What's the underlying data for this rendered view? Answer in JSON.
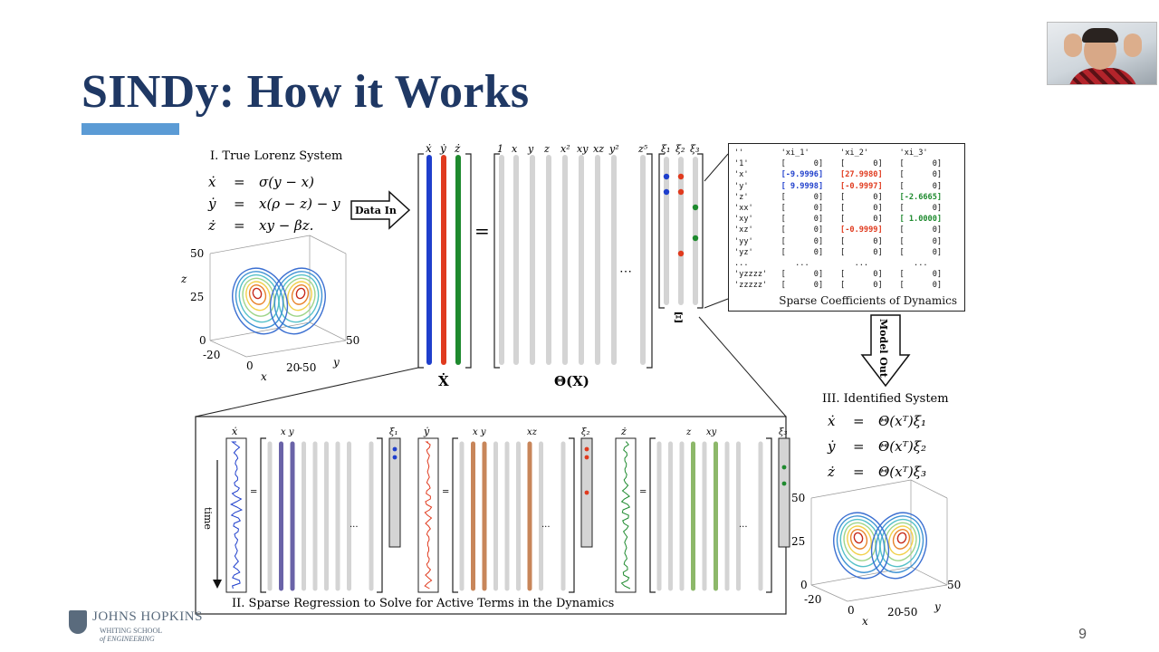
{
  "slide": {
    "title": "SINDy: How it Works",
    "page_number": "9",
    "accent_color": "#1f3864",
    "bar_color": "#5b9bd5"
  },
  "logo": {
    "line1": "JOHNS HOPKINS",
    "line2": "WHITING SCHOOL",
    "line3": "of ENGINEERING"
  },
  "section1": {
    "title": "I.  True Lorenz System",
    "eq_lhs": [
      "ẋ",
      "ẏ",
      "ż"
    ],
    "eq_eq": "=",
    "eq_rhs": [
      "σ(y − x)",
      "x(ρ − z) − y",
      "xy − βz."
    ],
    "plot_axes": {
      "z_label": "z",
      "x_label": "x",
      "y_label": "y",
      "z_ticks": [
        "50",
        "25",
        "0"
      ],
      "x_ticks": [
        "-20",
        "0",
        "20"
      ],
      "y_ticks": [
        "-50",
        "50"
      ]
    }
  },
  "data_in_label": "Data In",
  "xdot": {
    "headers": [
      "ẋ",
      "ẏ",
      "ż"
    ],
    "label": "Ẋ",
    "colors": [
      "#1f3fcc",
      "#e03a1e",
      "#1e8a2e"
    ]
  },
  "equals": "=",
  "theta": {
    "headers": [
      "1",
      "x",
      "y",
      "z",
      "x²",
      "xy",
      "xz",
      "y²",
      "z⁵"
    ],
    "dots": "⋯",
    "label": "Θ(X)"
  },
  "xi": {
    "headers": [
      "ξ₁",
      "ξ₂",
      "ξ₃"
    ],
    "label": "Ξ"
  },
  "coef_table": {
    "columns": [
      "''",
      "'xi_1'",
      "'xi_2'",
      "'xi_3'"
    ],
    "rows": [
      [
        "'1'",
        "[      0]",
        "[      0]",
        "[      0]"
      ],
      [
        "'x'",
        "[-9.9996]",
        "[27.9980]",
        "[      0]"
      ],
      [
        "'y'",
        "[ 9.9998]",
        "[-0.9997]",
        "[      0]"
      ],
      [
        "'z'",
        "[      0]",
        "[      0]",
        "[-2.6665]"
      ],
      [
        "'xx'",
        "[      0]",
        "[      0]",
        "[      0]"
      ],
      [
        "'xy'",
        "[      0]",
        "[      0]",
        "[ 1.0000]"
      ],
      [
        "'xz'",
        "[      0]",
        "[-0.9999]",
        "[      0]"
      ],
      [
        "'yy'",
        "[      0]",
        "[      0]",
        "[      0]"
      ],
      [
        "'yz'",
        "[      0]",
        "[      0]",
        "[      0]"
      ],
      [
        "...",
        "   ...",
        "   ...",
        "   ..."
      ],
      [
        "'yzzzz'",
        "[      0]",
        "[      0]",
        "[      0]"
      ],
      [
        "'zzzzz'",
        "[      0]",
        "[      0]",
        "[      0]"
      ]
    ],
    "caption": "Sparse Coefficients of Dynamics"
  },
  "model_out_label": "Model Out",
  "section3": {
    "title": "III.  Identified System",
    "eq_lhs": [
      "ẋ",
      "ẏ",
      "ż"
    ],
    "eq_eq": "=",
    "eq_rhs": [
      "Θ(xᵀ)ξ₁",
      "Θ(xᵀ)ξ₂",
      "Θ(xᵀ)ξ₃"
    ],
    "plot_axes": {
      "z_label": "z",
      "x_label": "x",
      "y_label": "y",
      "z_ticks": [
        "50",
        "25",
        "0"
      ],
      "x_ticks": [
        "-20",
        "0",
        "20"
      ],
      "y_ticks": [
        "-50",
        "50"
      ]
    }
  },
  "section2": {
    "title": "II.  Sparse Regression to Solve for Active Terms in the Dynamics",
    "time_label": "time",
    "panels": [
      {
        "lhs": "ẋ",
        "header_a": "x  y",
        "header_b": "",
        "xi": "ξ₁",
        "color": "#1f3fcc",
        "active": "#6a63a8"
      },
      {
        "lhs": "ẏ",
        "header_a": "x  y",
        "header_b": "xz",
        "xi": "ξ₂",
        "color": "#e03a1e",
        "active": "#c8865a"
      },
      {
        "lhs": "ż",
        "header_a": "z",
        "header_b": "xy",
        "xi": "ξ₃",
        "color": "#1e8a2e",
        "active": "#8db86a"
      }
    ],
    "equals": "=",
    "dots": "..."
  }
}
